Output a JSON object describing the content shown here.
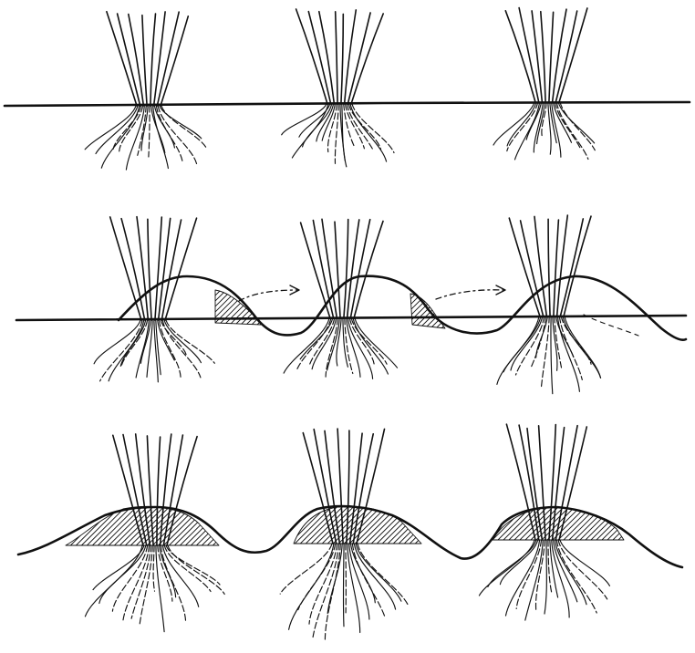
{
  "figure": {
    "rows": [
      {
        "ground": "flat",
        "tufts": 3,
        "hatched_regions": 0,
        "arrows": 0
      },
      {
        "ground": "wave-crest-offset",
        "tufts": 3,
        "hatched_regions": 2,
        "arrows": 2
      },
      {
        "ground": "mound-at-each-tuft",
        "tufts": 3,
        "hatched_regions": 3,
        "arrows": 0
      }
    ],
    "ink_color": "#111111",
    "background": "#ffffff"
  }
}
